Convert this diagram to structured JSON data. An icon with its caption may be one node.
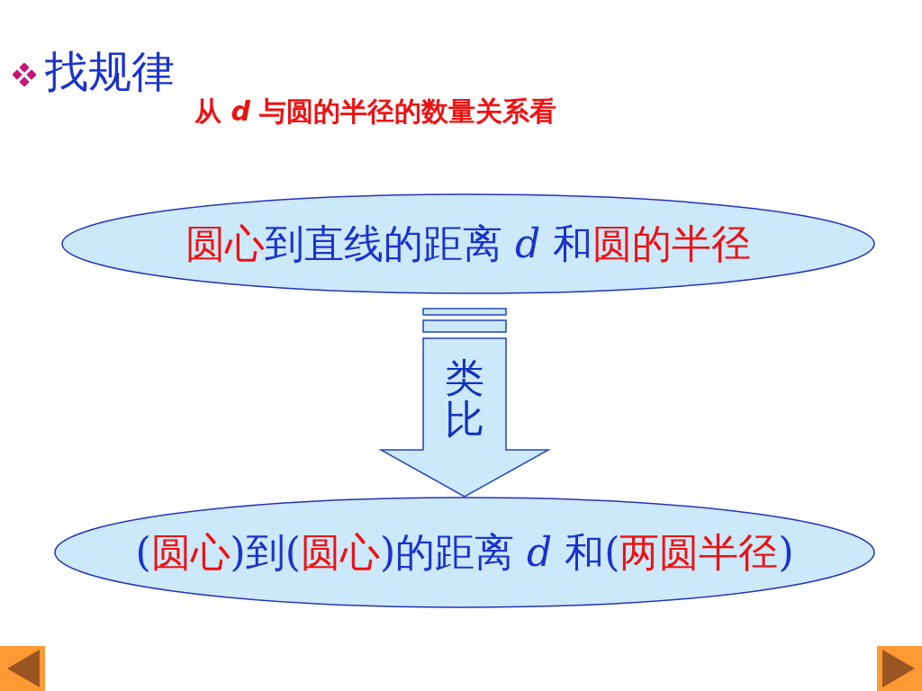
{
  "diagram": {
    "title": "找规律",
    "nodes": [
      {
        "text": [
          "圆心到直线的距离 *d* 和圆的半径"
        ]
      },
      {
        "text": [
          "(圆心)到(圆心)的距离 *d* 和(两圆半径)"
        ]
      }
    ],
    "edges": [
      {
        "from": 0,
        "to": 1,
        "arrow": "to",
        "label": "类比"
      }
    ],
    "labels": [
      "从 *d* 与圆的半径的数量关系看"
    ]
  }
}
